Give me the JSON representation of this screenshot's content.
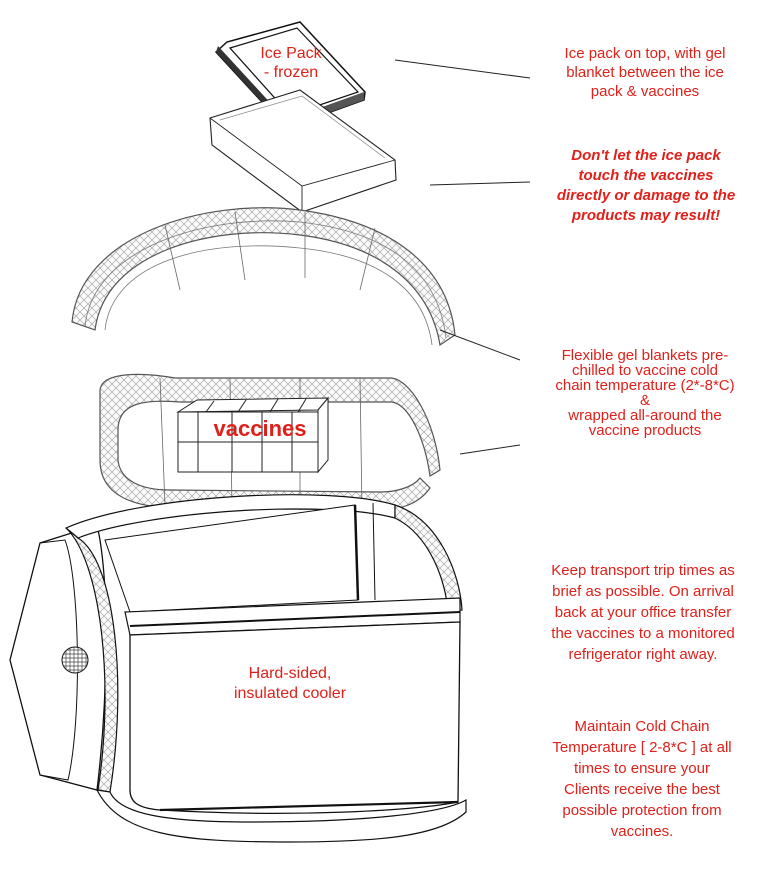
{
  "labels": {
    "ice_pack": "Ice Pack\n- frozen",
    "vaccines": "vaccines",
    "cooler": "Hard-sided,\ninsulated cooler"
  },
  "notes": {
    "ice_on_top": "Ice pack on top, with gel\nblanket between the ice\npack & vaccines",
    "warning": "Don't let the ice pack\ntouch the vaccines\ndirectly or damage to the\nproducts may result!",
    "gel_blankets": "Flexible gel blankets pre-\nchilled to vaccine cold\nchain temperature (2*-8*C)\n&\nwrapped all-around the\nvaccine products",
    "transport": "Keep transport trip times as\nbrief as possible. On arrival\nback at your office transfer\nthe vaccines to a monitored\nrefrigerator right away.",
    "maintain": "Maintain Cold Chain\nTemperature [ 2-8*C ] at all\ntimes to ensure your\nClients receive the best\npossible protection from\nvaccines."
  },
  "colors": {
    "text_red": "#e0201a",
    "line": "#222222"
  }
}
